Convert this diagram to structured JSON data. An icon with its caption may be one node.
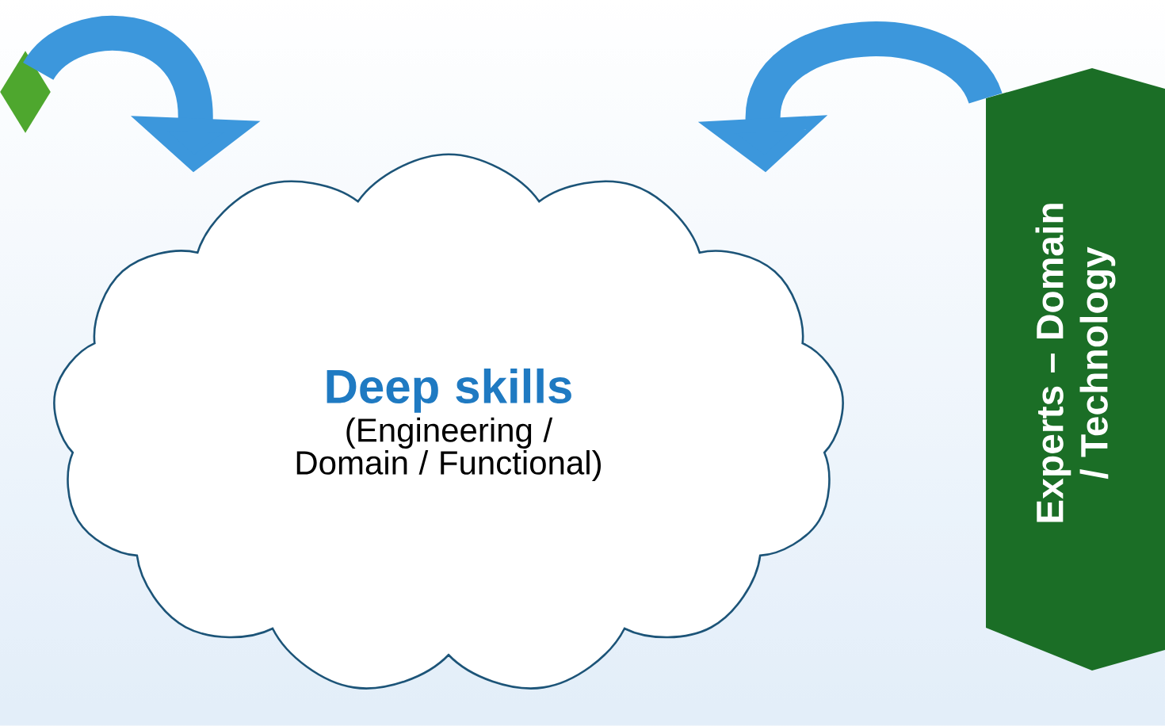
{
  "diagram": {
    "nodes": [
      {
        "text": [],
        "shape": "diamond"
      },
      {
        "text": [
          "Deep skills",
          "(Engineering / Domain / Functional)"
        ]
      },
      {
        "text": [
          "Experts – Domain / Technology"
        ]
      }
    ],
    "edges": [
      {
        "from": 0,
        "to": 1,
        "arrow": "to"
      },
      {
        "from": 2,
        "to": 1,
        "arrow": "to"
      }
    ]
  }
}
